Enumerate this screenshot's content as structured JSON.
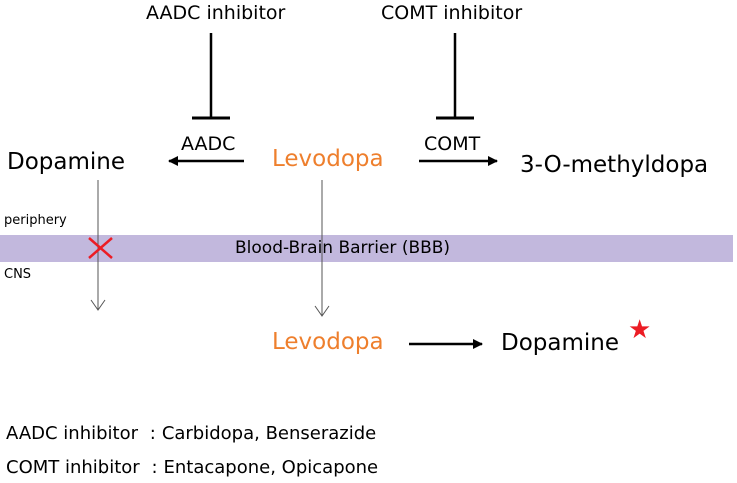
{
  "inhibitors": {
    "aadc": "AADC inhibitor",
    "comt": "COMT inhibitor"
  },
  "enzymes": {
    "aadc": "AADC",
    "comt": "COMT"
  },
  "compounds": {
    "dopamine_periphery": "Dopamine",
    "levodopa_periphery": "Levodopa",
    "metabolite": "3-O-methyldopa",
    "levodopa_cns": "Levodopa",
    "dopamine_cns": "Dopamine"
  },
  "regions": {
    "periphery": "periphery",
    "cns": "CNS",
    "barrier": "Blood-Brain Barrier (BBB)"
  },
  "legend": [
    {
      "label": "AADC inhibitor",
      "separator": ":",
      "examples": "Carbidopa, Benserazide"
    },
    {
      "label": "COMT inhibitor",
      "separator": ":",
      "examples": "Entacapone, Opicapone"
    }
  ],
  "colors": {
    "levodopa": "#ee7f2d",
    "bbb_band": "#c2b8dd",
    "block_cross": "#ec1c24",
    "star": "#ec1c24"
  },
  "icons": {
    "blocked": "cross-mark-icon",
    "target": "star-icon"
  }
}
